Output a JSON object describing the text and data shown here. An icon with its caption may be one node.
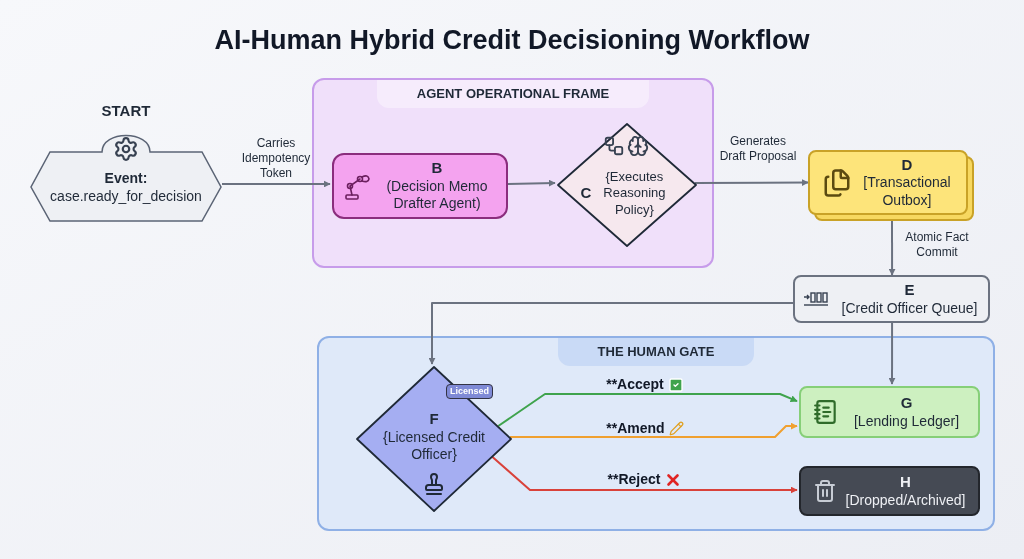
{
  "diagram": {
    "title": "AI-Human Hybrid Credit Decisioning Workflow",
    "nodes": [
      {
        "text": [
          "START",
          "Event:",
          "case.ready_for_decision"
        ]
      },
      {
        "text": [
          "AGENT OPERATIONAL FRAME"
        ]
      },
      {
        "text": [
          "B",
          "(Decision Memo Drafter Agent)"
        ],
        "in": 1
      },
      {
        "text": [
          "C",
          "{Executes Reasoning Policy}"
        ],
        "in": 1
      },
      {
        "text": [
          "D",
          "[Transactional Outbox]"
        ]
      },
      {
        "text": [
          "E",
          "[Credit Officer Queue]"
        ]
      },
      {
        "text": [
          "THE HUMAN GATE"
        ]
      },
      {
        "text": [
          "F",
          "{Licensed Credit Officer}"
        ],
        "in": 6
      },
      {
        "text": [
          "G",
          "[Lending Ledger]"
        ],
        "in": 6
      },
      {
        "text": [
          "H",
          "[Dropped/Archived]"
        ],
        "in": 6
      }
    ],
    "edges": [
      {
        "from": 0,
        "to": 2,
        "arrow": "to",
        "label": "Carries Idempotency Token"
      },
      {
        "from": 2,
        "to": 3,
        "arrow": "to"
      },
      {
        "from": 3,
        "to": 4,
        "arrow": "to",
        "label": "Generates Draft Proposal"
      },
      {
        "from": 4,
        "to": 5,
        "arrow": "to",
        "label": "Atomic Fact Commit"
      },
      {
        "from": 5,
        "to": 7,
        "arrow": "to"
      },
      {
        "from": 5,
        "to": 8,
        "arrow": "to"
      },
      {
        "from": 7,
        "to": 8,
        "arrow": "to",
        "label": "**Accept",
        "color": "#3fa34d"
      },
      {
        "from": 7,
        "to": 8,
        "arrow": "to",
        "label": "**Amend",
        "color": "#f0a030"
      },
      {
        "from": 7,
        "to": 9,
        "arrow": "to",
        "label": "**Reject",
        "color": "#d9413a"
      }
    ],
    "labels": [
      "Licensed"
    ]
  }
}
